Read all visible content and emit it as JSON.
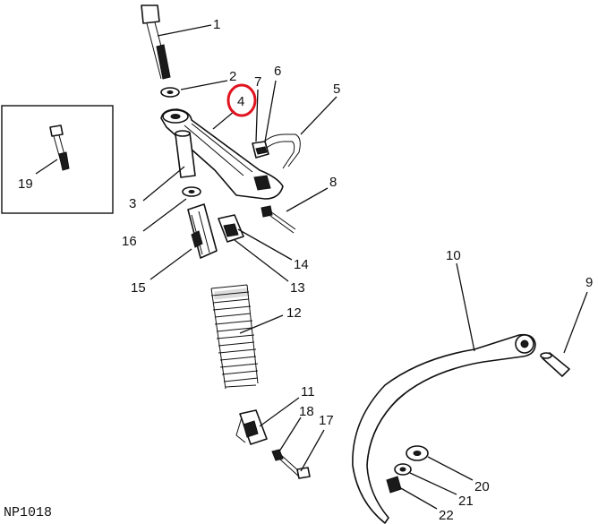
{
  "diagram": {
    "figure_code": "NP1018",
    "highlight_color": "#e0141e",
    "labels": {
      "p1": "1",
      "p2": "2",
      "p3": "3",
      "p4": "4",
      "p5": "5",
      "p6": "6",
      "p7": "7",
      "p8": "8",
      "p9": "9",
      "p10": "10",
      "p11": "11",
      "p12": "12",
      "p13": "13",
      "p14": "14",
      "p15": "15",
      "p16": "16",
      "p17": "17",
      "p18": "18",
      "p19": "19",
      "p20": "20",
      "p21": "21",
      "p22": "22"
    }
  }
}
